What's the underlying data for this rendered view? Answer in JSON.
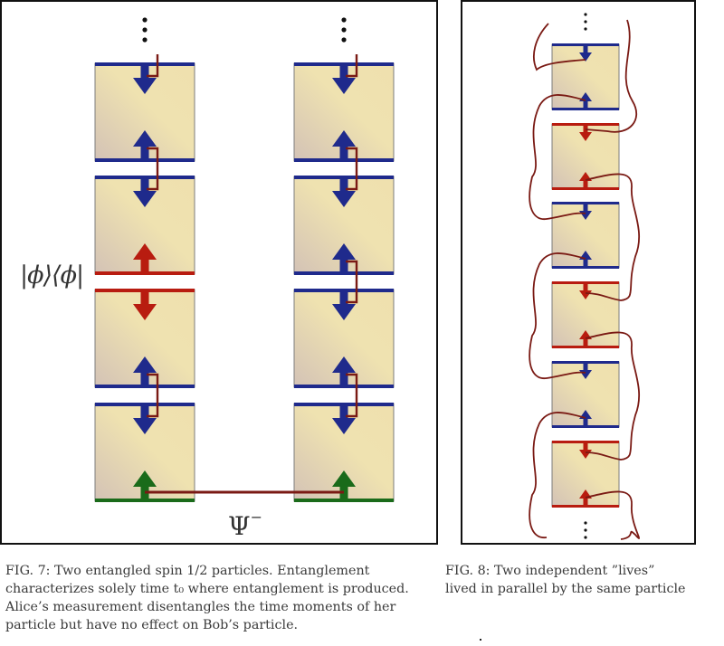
{
  "figure7": {
    "ket_label": "|ϕ⟩⟨ϕ|",
    "psi_label": "Ψ",
    "psi_superscript": "−",
    "columns": [
      {
        "name": "alice",
        "boxes": [
          {
            "top_color": "#1f2a8c",
            "bottom_color": "#1f2a8c",
            "top_arrow": "down",
            "bottom_arrow": "up"
          },
          {
            "top_color": "#1f2a8c",
            "bottom_color": "#b81c10",
            "top_arrow": "down",
            "bottom_arrow": "up"
          },
          {
            "top_color": "#b81c10",
            "bottom_color": "#1f2a8c",
            "top_arrow": "down",
            "bottom_arrow": "up"
          },
          {
            "top_color": "#1f2a8c",
            "bottom_color": "#1a6b1a",
            "top_arrow": "down",
            "bottom_arrow": "up"
          }
        ]
      },
      {
        "name": "bob",
        "boxes": [
          {
            "top_color": "#1f2a8c",
            "bottom_color": "#1f2a8c",
            "top_arrow": "down",
            "bottom_arrow": "up"
          },
          {
            "top_color": "#1f2a8c",
            "bottom_color": "#1f2a8c",
            "top_arrow": "down",
            "bottom_arrow": "up"
          },
          {
            "top_color": "#1f2a8c",
            "bottom_color": "#1f2a8c",
            "top_arrow": "down",
            "bottom_arrow": "up"
          },
          {
            "top_color": "#1f2a8c",
            "bottom_color": "#1a6b1a",
            "top_arrow": "down",
            "bottom_arrow": "up"
          }
        ]
      }
    ]
  },
  "figure8": {
    "boxes": [
      {
        "color": "#1f2a8c"
      },
      {
        "color": "#b81c10"
      },
      {
        "color": "#1f2a8c"
      },
      {
        "color": "#b81c10"
      },
      {
        "color": "#1f2a8c"
      },
      {
        "color": "#b81c10"
      }
    ]
  },
  "colors": {
    "box_fill_light": "#efe2b0",
    "box_fill_dark": "#d3c2b6",
    "link": "#7a1a14",
    "blue": "#1f2a8c",
    "red": "#b81c10",
    "green": "#1a6b1a"
  },
  "captions": {
    "fig7_lines": [
      "FIG. 7:  Two entangled spin 1/2 particles.  Entanglement",
      "characterizes solely time t₀ where entanglement is produced.",
      "Alice’s measurement disentangles  the time moments of her",
      "particle but have no effect on Bob’s particle."
    ],
    "fig8_lines": [
      "FIG. 8: Two independent ”lives”",
      " lived in parallel by the same particle"
    ]
  }
}
